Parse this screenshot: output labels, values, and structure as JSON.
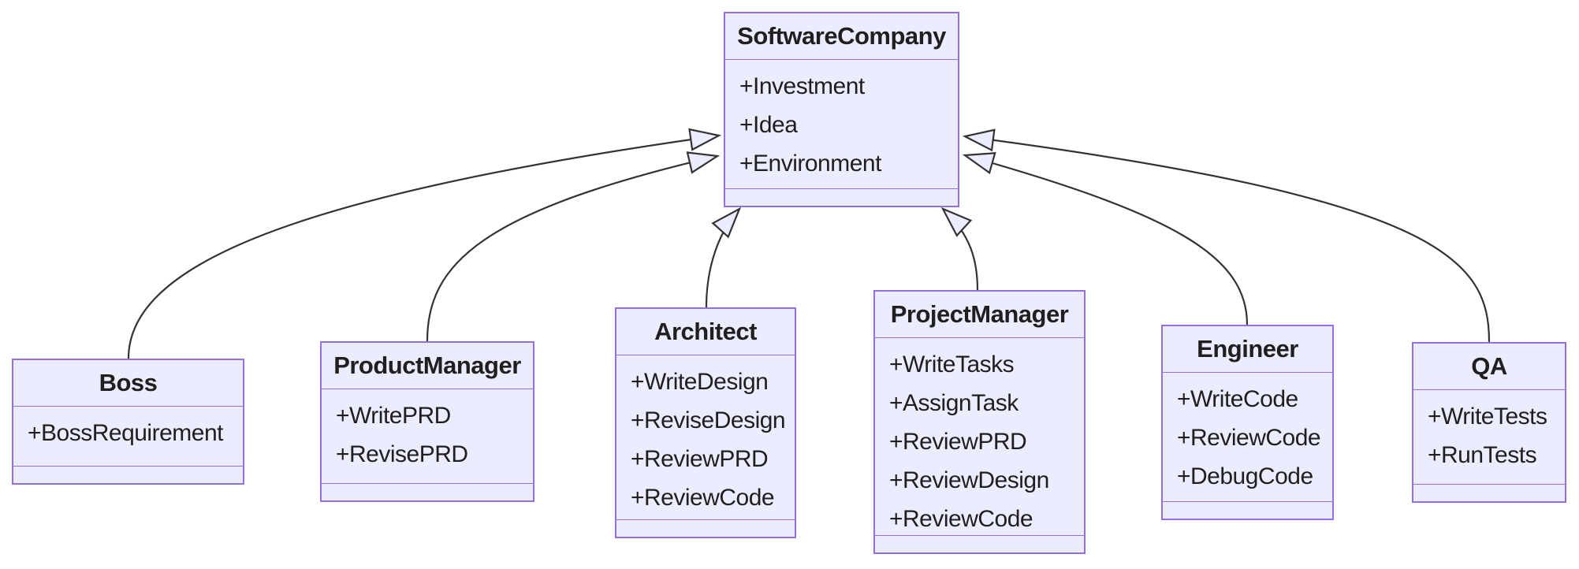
{
  "diagram": {
    "type": "uml-class-diagram",
    "background": "#ffffff",
    "colors": {
      "box_fill": "#ECECFF",
      "box_border": "#9370DB",
      "edge_line": "#333333",
      "text": "#1f1f1f"
    }
  },
  "classes": [
    {
      "name": "SoftwareCompany",
      "attributes": [
        "+Investment",
        "+Idea",
        "+Environment"
      ]
    },
    {
      "name": "Boss",
      "attributes": [
        "+BossRequirement"
      ]
    },
    {
      "name": "ProductManager",
      "attributes": [
        "+WritePRD",
        "+RevisePRD"
      ]
    },
    {
      "name": "Architect",
      "attributes": [
        "+WriteDesign",
        "+ReviseDesign",
        "+ReviewPRD",
        "+ReviewCode"
      ]
    },
    {
      "name": "ProjectManager",
      "attributes": [
        "+WriteTasks",
        "+AssignTask",
        "+ReviewPRD",
        "+ReviewDesign",
        "+ReviewCode"
      ]
    },
    {
      "name": "Engineer",
      "attributes": [
        "+WriteCode",
        "+ReviewCode",
        "+DebugCode"
      ]
    },
    {
      "name": "QA",
      "attributes": [
        "+WriteTests",
        "+RunTests"
      ]
    }
  ],
  "relations": [
    {
      "from": "Boss",
      "to": "SoftwareCompany",
      "type": "inheritance"
    },
    {
      "from": "ProductManager",
      "to": "SoftwareCompany",
      "type": "inheritance"
    },
    {
      "from": "Architect",
      "to": "SoftwareCompany",
      "type": "inheritance"
    },
    {
      "from": "ProjectManager",
      "to": "SoftwareCompany",
      "type": "inheritance"
    },
    {
      "from": "Engineer",
      "to": "SoftwareCompany",
      "type": "inheritance"
    },
    {
      "from": "QA",
      "to": "SoftwareCompany",
      "type": "inheritance"
    }
  ]
}
